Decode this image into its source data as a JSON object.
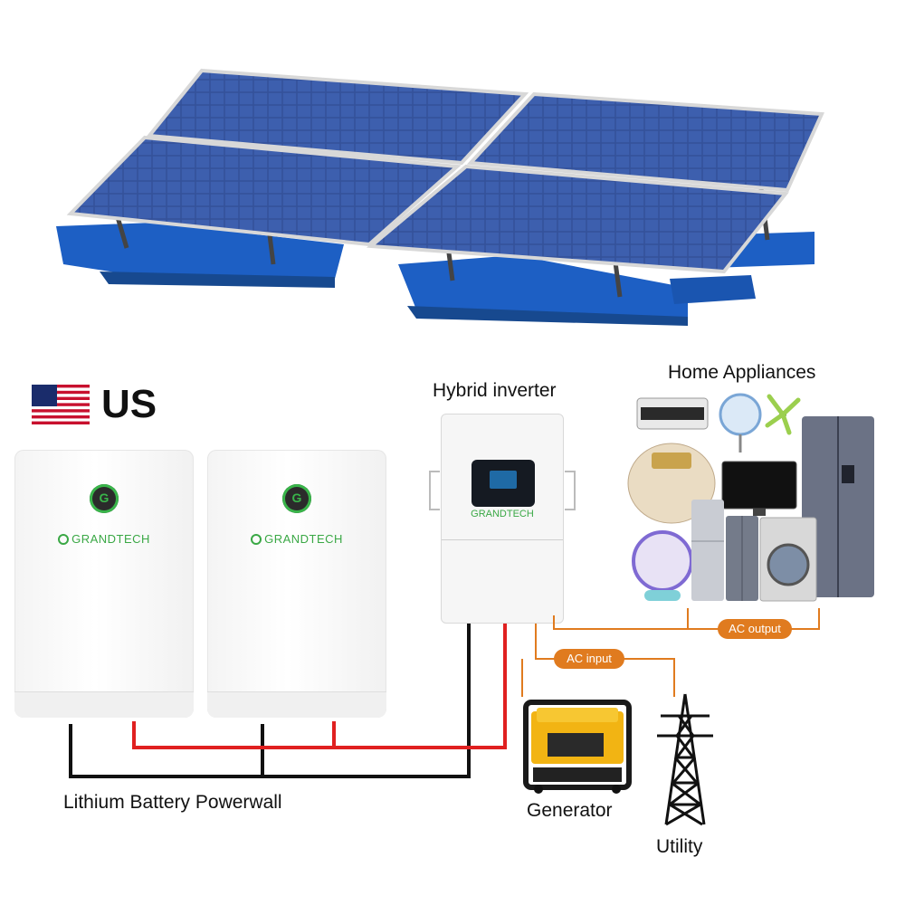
{
  "country": {
    "code": "US",
    "flag_icon": "us-flag-icon"
  },
  "labels": {
    "hybrid_inverter": "Hybrid inverter",
    "home_appliances": "Home Appliances",
    "battery": "Lithium Battery Powerwall",
    "generator": "Generator",
    "utility": "Utility"
  },
  "badges": {
    "ac_output": "AC output",
    "ac_input": "AC input"
  },
  "brand": {
    "name": "GRANDTECH",
    "logo_letter": "G"
  },
  "colors": {
    "orange": "#e07b1f",
    "red_wire": "#e02020",
    "black_wire": "#111111",
    "brand_green": "#3aa845",
    "panel_blue": "#2f4f9f",
    "float_blue": "#1d5fc4"
  }
}
